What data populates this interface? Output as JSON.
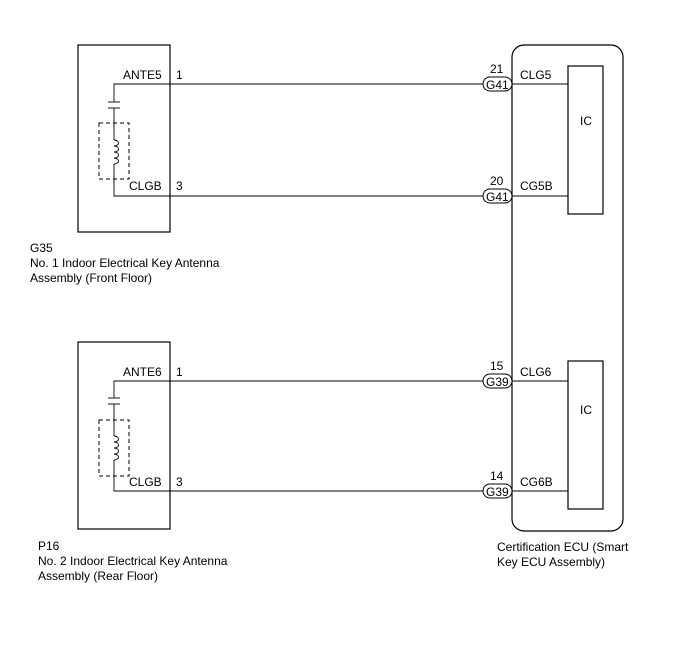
{
  "components": {
    "top": {
      "code": "G35",
      "name_line1": "No. 1 Indoor Electrical Key Antenna",
      "name_line2": "Assembly (Front Floor)",
      "pin_ante": "ANTE5",
      "pin_ante_no": "1",
      "pin_clg": "CLGB",
      "pin_clg_no": "3"
    },
    "bottom": {
      "code": "P16",
      "name_line1": "No. 2 Indoor Electrical Key Antenna",
      "name_line2": "Assembly (Rear Floor)",
      "pin_ante": "ANTE6",
      "pin_ante_no": "1",
      "pin_clg": "CLGB",
      "pin_clg_no": "3"
    },
    "ecu": {
      "name_line1": "Certification ECU (Smart",
      "name_line2": "Key ECU Assembly)",
      "ic_top": "IC",
      "ic_bottom": "IC"
    }
  },
  "connections": [
    {
      "pin_no": "21",
      "connector": "G41",
      "terminal": "CLG5"
    },
    {
      "pin_no": "20",
      "connector": "G41",
      "terminal": "CG5B"
    },
    {
      "pin_no": "15",
      "connector": "G39",
      "terminal": "CLG6"
    },
    {
      "pin_no": "14",
      "connector": "G39",
      "terminal": "CG6B"
    }
  ]
}
